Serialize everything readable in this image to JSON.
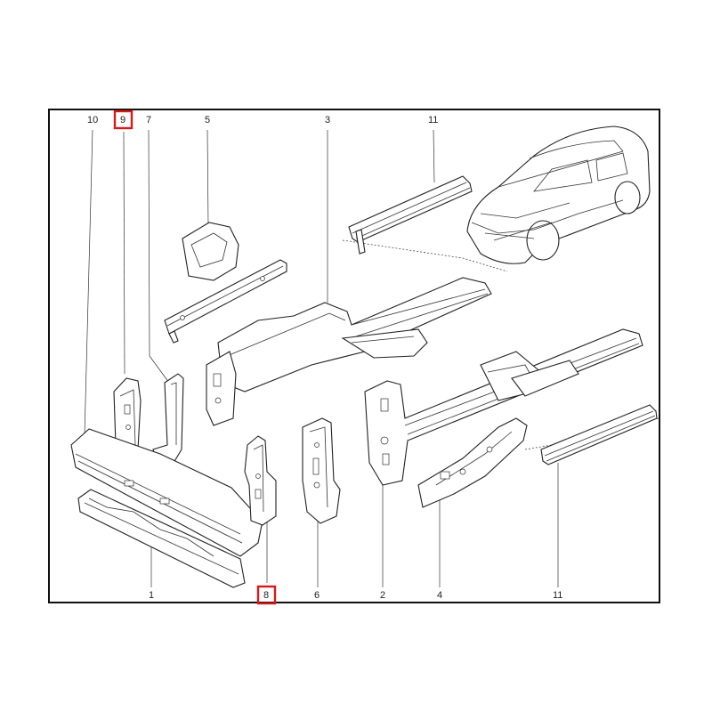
{
  "diagram": {
    "highlight_color": "#d61a1a",
    "callouts": {
      "c10": "10",
      "c9": "9",
      "c7": "7",
      "c5": "5",
      "c3": "3",
      "c11_top": "11",
      "c1": "1",
      "c8": "8",
      "c6": "6",
      "c2": "2",
      "c4": "4",
      "c11_bottom": "11"
    },
    "highlighted_callouts": [
      "9",
      "8"
    ]
  }
}
